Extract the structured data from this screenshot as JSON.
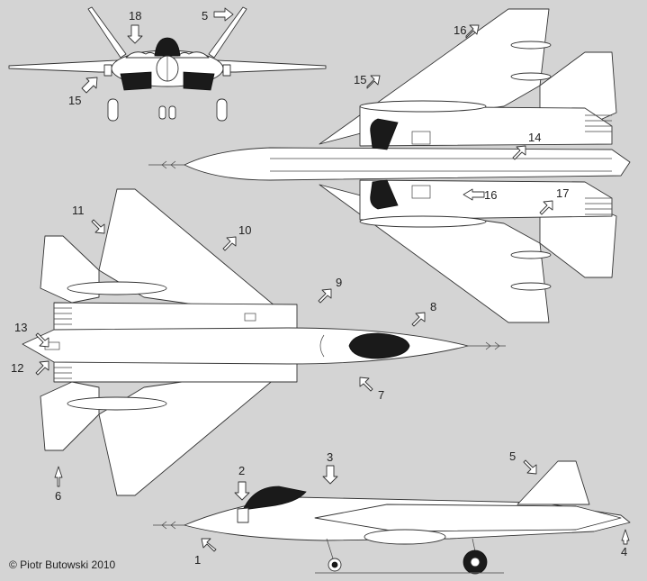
{
  "copyright": "© Piotr Butowski 2010",
  "callouts": [
    "1",
    "2",
    "3",
    "4",
    "5",
    "5",
    "7",
    "8",
    "9",
    "10",
    "11",
    "12",
    "13",
    "6",
    "14",
    "15",
    "15",
    "16",
    "16",
    "17",
    "18"
  ]
}
